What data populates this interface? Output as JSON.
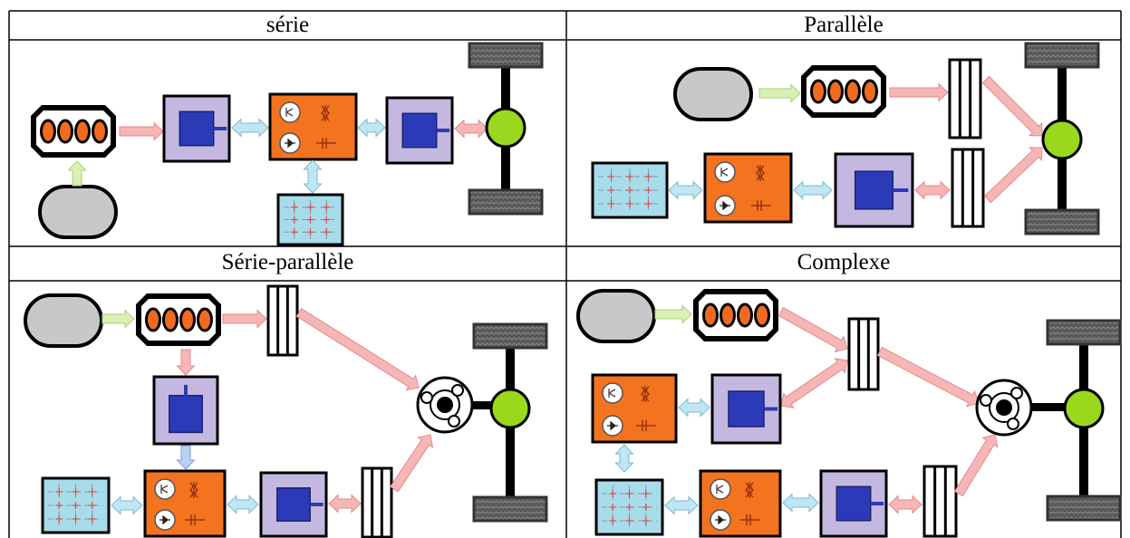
{
  "headers": {
    "serie": "série",
    "parallele": "Parallèle",
    "serie_parallele": "Série-parallèle",
    "complexe": "Complexe"
  },
  "colors": {
    "engine_body": "#ffffff",
    "cylinder": "#ef6b1f",
    "tank": "#c8c8c8",
    "motor_bg": "#c5b8e0",
    "motor_core": "#2b3bb8",
    "converter": "#f3731e",
    "battery": "#a8dcea",
    "wheel_hub": "#9ad81e",
    "tire": "#555555",
    "arrow_mech": "#f6b6b6",
    "arrow_elec": "#bfe6f3",
    "arrow_fuel": "#d7f2b3",
    "arrow_blue": "#b9d0f3"
  },
  "icons": {
    "engine": "engine-icon",
    "fuel_tank": "fuel-tank-icon",
    "electric_machine": "electric-machine-icon",
    "power_converter": "power-converter-icon",
    "battery": "battery-icon",
    "clutch": "clutch-icon",
    "axle": "axle-wheel-icon",
    "planetary_gear": "planetary-gear-icon"
  }
}
